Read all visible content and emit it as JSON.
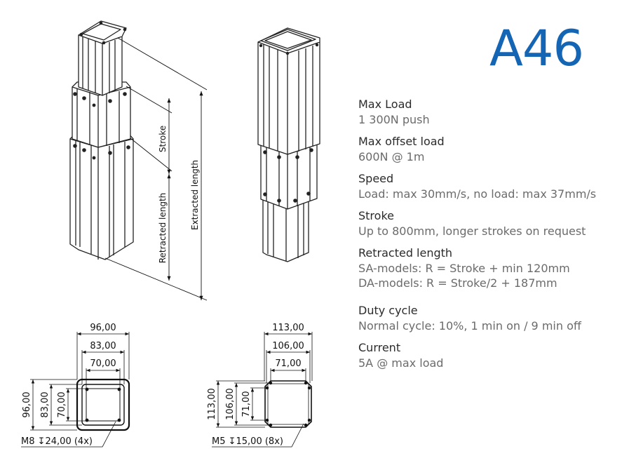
{
  "product": {
    "model": "A46"
  },
  "specs": [
    {
      "label": "Max Load",
      "lines": [
        "1 300N push"
      ]
    },
    {
      "label": "Max offset load",
      "lines": [
        "600N @ 1m"
      ]
    },
    {
      "label": "Speed",
      "lines": [
        "Load: max 30mm/s, no load: max 37mm/s"
      ]
    },
    {
      "label": "Stroke",
      "lines": [
        "Up to 800mm, longer strokes on request"
      ]
    },
    {
      "label": "Retracted length",
      "lines": [
        "SA-models: R = Stroke + min 120mm",
        "DA-models: R = Stroke/2 + 187mm"
      ]
    },
    {
      "label": "Duty cycle",
      "lines": [
        "Normal cycle: 10%, 1 min on / 9 min off"
      ]
    },
    {
      "label": "Current",
      "lines": [
        "5A @ max load"
      ]
    }
  ],
  "drawing": {
    "side_view": {
      "stroke_label": "Stroke",
      "retracted_label": "Retracted length",
      "extracted_label": "Extracted length"
    },
    "section_left": {
      "dims_horizontal": [
        "96,00",
        "83,00",
        "70,00"
      ],
      "dims_vertical": [
        "96,00",
        "83,00",
        "70,00"
      ],
      "hole_note": "M8 ↧24,00 (4x)"
    },
    "section_right": {
      "dims_horizontal": [
        "113,00",
        "106,00",
        "71,00"
      ],
      "dims_vertical": [
        "113,00",
        "106,00",
        "71,00"
      ],
      "hole_note": "M5 ↧15,00 (8x)"
    }
  }
}
